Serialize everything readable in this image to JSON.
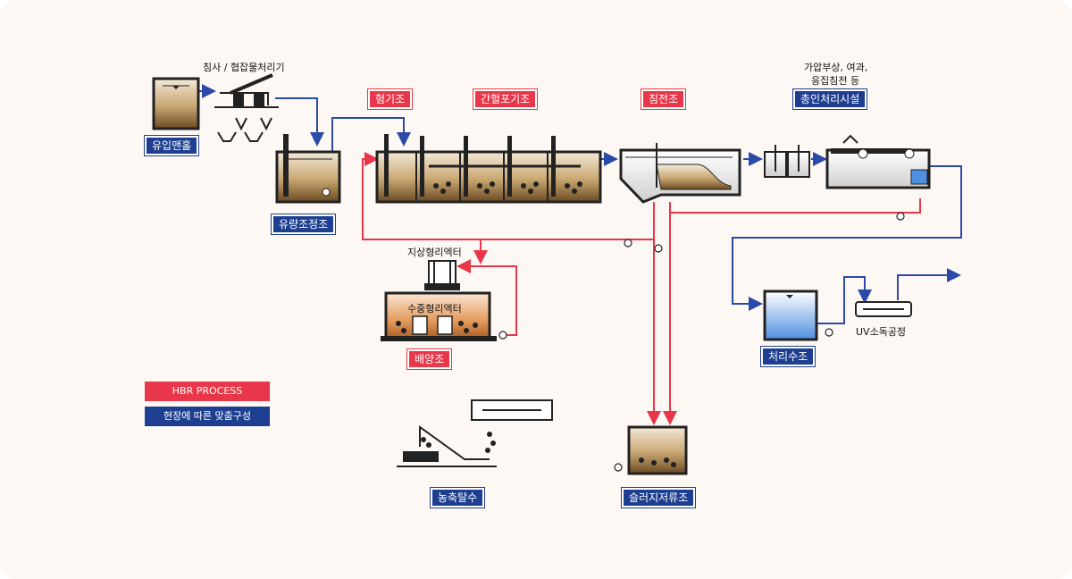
{
  "labels": {
    "influent_pit": "유입맨홀",
    "screen": "침사 / 협잡물처리기",
    "equalization": "유량조정조",
    "anaerobic": "혐기조",
    "intermittent": "간헐포기조",
    "sedimentation": "침전조",
    "tertiary_caption_1": "가압부상, 여과,",
    "tertiary_caption_2": "응집침전 등",
    "tertiary": "총인처리시설",
    "surface_reactor": "지상형리엑터",
    "submerged_reactor": "수중형리엑터",
    "culture_tank": "배양조",
    "treated_tank": "처리수조",
    "uv": "UV소독공정",
    "thickening": "농축탈수",
    "sludge_tank": "슬러지저류조"
  },
  "legend": {
    "hbr": "HBR PROCESS",
    "custom": "현장에 따른 맞춤구성"
  },
  "colors": {
    "hbr": "#e8374a",
    "custom": "#1e3f91",
    "arrow_blue": "#2b4aa8",
    "arrow_red": "#e8374a"
  }
}
